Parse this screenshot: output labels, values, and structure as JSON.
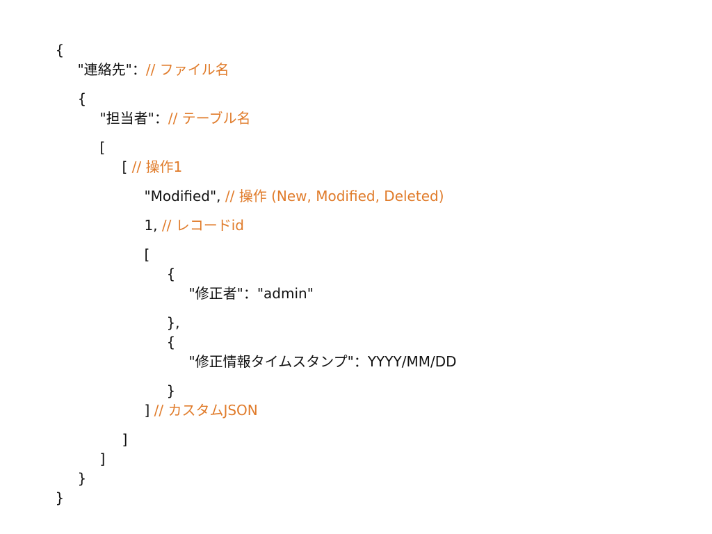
{
  "colors": {
    "text": "#111111",
    "comment": "#e07b2a"
  },
  "lines": [
    {
      "code": "{",
      "comment": ""
    },
    {
      "code": "\"連絡先\"：",
      "comment": "// ファイル名"
    },
    {
      "code": "{",
      "comment": ""
    },
    {
      "code": "\"担当者\"：",
      "comment": "// テーブル名"
    },
    {
      "code": "[",
      "comment": ""
    },
    {
      "code": "[ ",
      "comment": "// 操作1"
    },
    {
      "code": "\"Modified\", ",
      "comment": "// 操作 (New, Modified, Deleted)"
    },
    {
      "code": "1, ",
      "comment": "// レコードid"
    },
    {
      "code": "[",
      "comment": ""
    },
    {
      "code": "{",
      "comment": ""
    },
    {
      "code": "\"修正者\"：\"admin\"",
      "comment": ""
    },
    {
      "code": "},",
      "comment": ""
    },
    {
      "code": "{",
      "comment": ""
    },
    {
      "code": "\"修正情報タイムスタンプ\"：YYYY/MM/DD",
      "comment": ""
    },
    {
      "code": "}",
      "comment": ""
    },
    {
      "code": "] ",
      "comment": "// カスタムJSON"
    },
    {
      "code": "]",
      "comment": ""
    },
    {
      "code": "]",
      "comment": ""
    },
    {
      "code": "}",
      "comment": ""
    },
    {
      "code": "}",
      "comment": ""
    }
  ]
}
